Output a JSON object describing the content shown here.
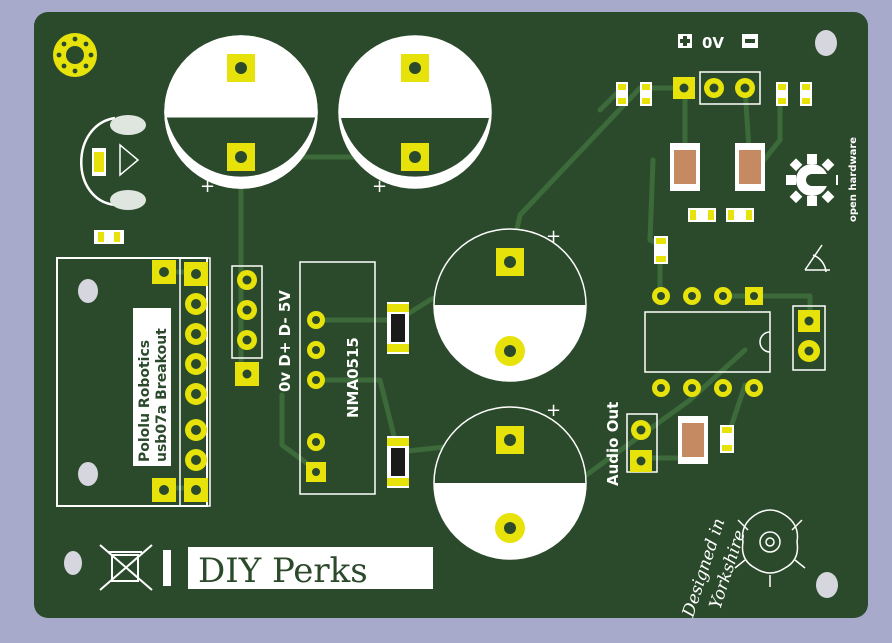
{
  "board": {
    "colors": {
      "background": "#a8aacb",
      "board": "#2b4a2b",
      "copper": "#3d6a3a",
      "pad": "#e6e20a",
      "silk": "#ffffff"
    }
  },
  "labels": {
    "power_symbols": "0V",
    "pololu_line1": "Pololu Robotics",
    "pololu_line2": "usb07a Breakout",
    "usb_pins": "0v D+ D- 5V",
    "converter": "NMA0515",
    "audio_out": "Audio Out",
    "open_hardware": "open hardware",
    "designed_line1": "Designed in",
    "designed_line2": "Yorkshire",
    "logo": "DIY Perks"
  },
  "icons": [
    "weee-bin-icon",
    "open-hardware-gear-icon",
    "yorkshire-rose-icon",
    "polarity-plus-icon",
    "polarity-minus-icon"
  ]
}
